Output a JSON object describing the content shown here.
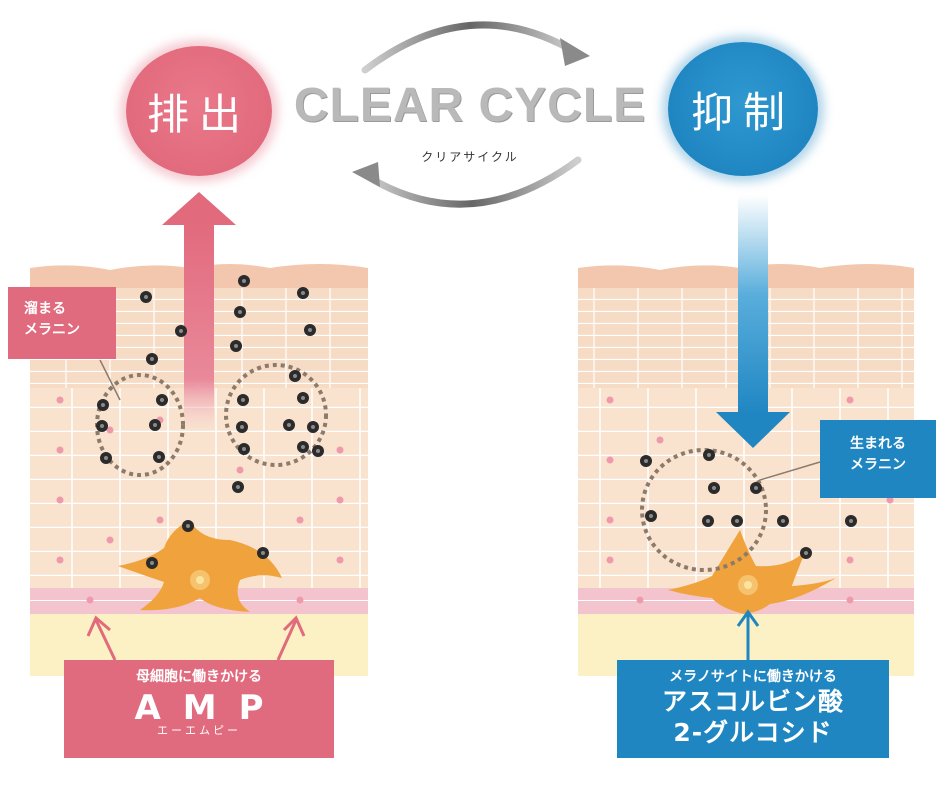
{
  "left": {
    "circle_text": "排出",
    "callout": "溜まる\nメラニン",
    "box_caption": "母細胞に働きかける",
    "box_title": "AMP",
    "box_ruby": "エーエムピー",
    "color": "#e06b7e"
  },
  "center": {
    "title": "CLEAR CYCLE",
    "subtitle": "クリアサイクル"
  },
  "right": {
    "circle_text": "抑制",
    "callout": "生まれる\nメラニン",
    "box_caption": "メラノサイトに働きかける",
    "box_title_line1": "アスコルビン酸",
    "box_title_line2": "2-グルコシド",
    "color": "#1f86c2"
  }
}
